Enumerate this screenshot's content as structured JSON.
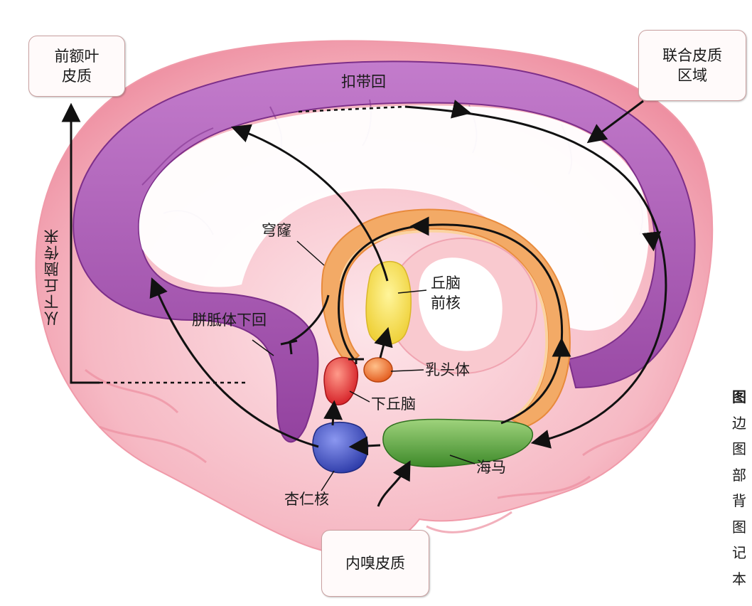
{
  "labels": {
    "prefrontal": "前额叶\n皮质",
    "association": "联合皮质\n区域",
    "cingulate": "扣带回",
    "fornix": "穹窿",
    "anterior_thalamus": "丘脑\n前核",
    "subcallosal": "胼胝体下回",
    "mammillary": "乳头体",
    "hypothalamus": "下丘脑",
    "hippocampus": "海马",
    "amygdala": "杏仁核",
    "entorhinal": "内嗅皮质",
    "from_hypothalamus": "从下丘脑传来"
  },
  "caption_fragments": [
    "图",
    "边",
    "图",
    "部",
    "背",
    "图",
    "记",
    "本"
  ],
  "colors": {
    "cingulate": "#a54fb0",
    "brain_pink": "#f4aebb",
    "fornix": "#f2a65a",
    "thalamus": "#f5dc45",
    "hypothalamus": "#e8242a",
    "mammillary": "#ef6a1f",
    "amygdala": "#3f4fc0",
    "hippocampus": "#4a9c34"
  }
}
